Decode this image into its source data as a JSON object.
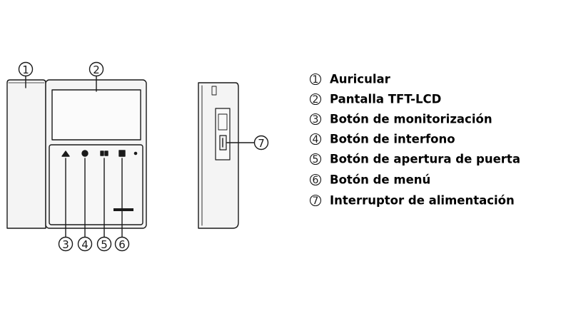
{
  "colors": {
    "ink": "#1a1a1a",
    "panel": "#f4f4f4",
    "screen": "#fbfbfb"
  },
  "callouts": {
    "c1": "1",
    "c2": "2",
    "c3": "3",
    "c4": "4",
    "c5": "5",
    "c6": "6",
    "c7": "7"
  },
  "legend": [
    {
      "num": "1",
      "label": "Auricular"
    },
    {
      "num": "2",
      "label": "Pantalla TFT-LCD"
    },
    {
      "num": "3",
      "label": "Botón de monitorización"
    },
    {
      "num": "4",
      "label": "Botón de interfono"
    },
    {
      "num": "5",
      "label": "Botón de apertura de puerta"
    },
    {
      "num": "6",
      "label": "Botón de menú"
    },
    {
      "num": "7",
      "label": "Interruptor de alimentación"
    }
  ]
}
